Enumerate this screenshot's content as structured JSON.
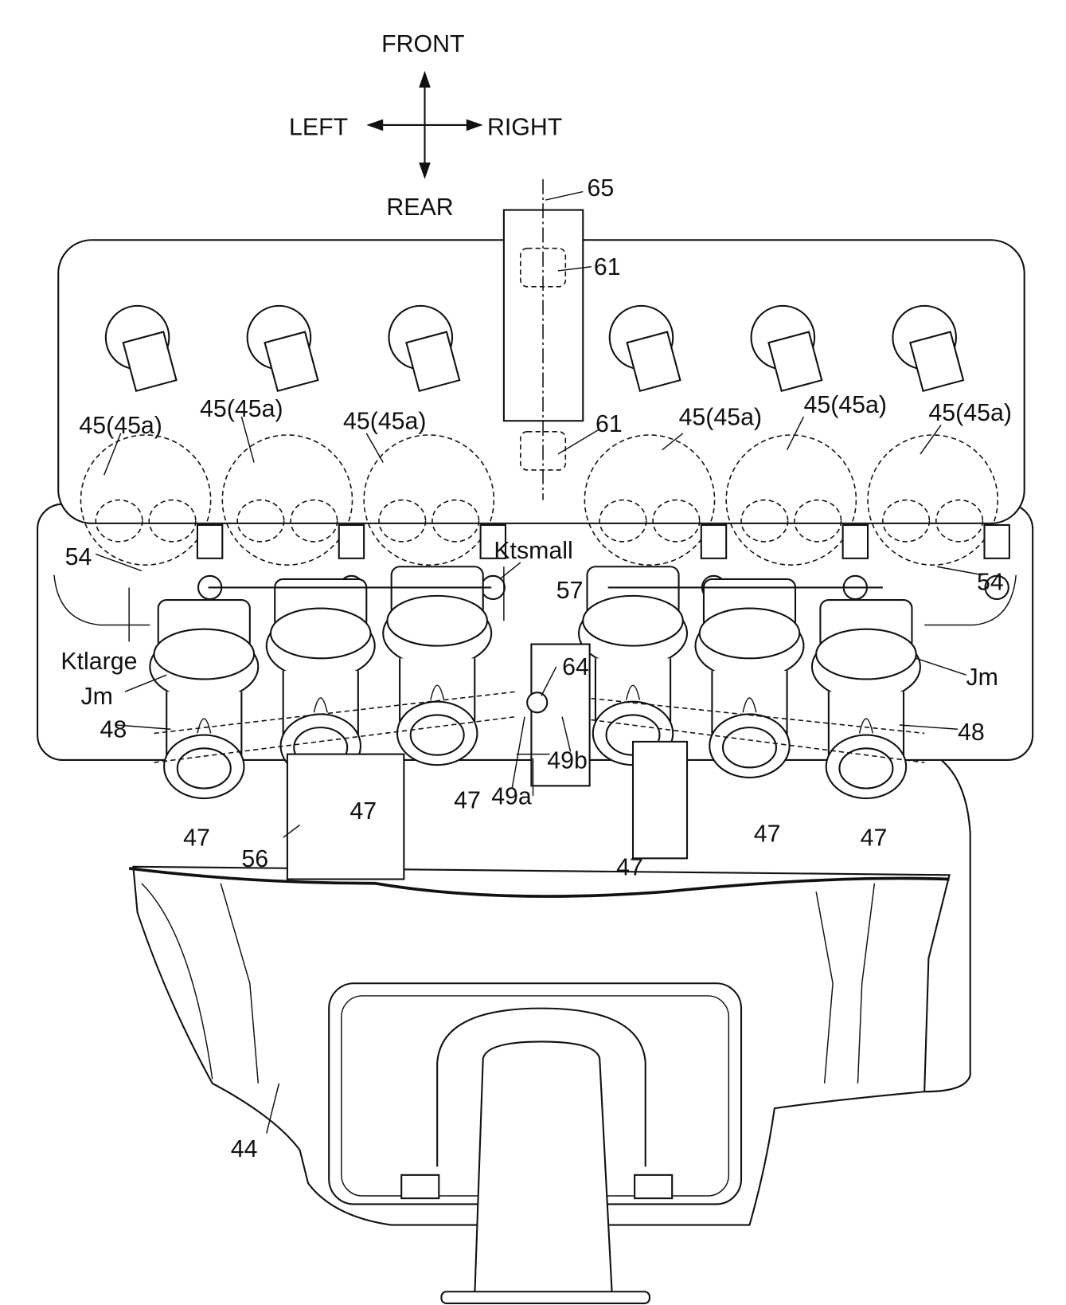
{
  "directions": {
    "front": "FRONT",
    "rear": "REAR",
    "left": "LEFT",
    "right": "RIGHT"
  },
  "labels": {
    "l65": "65",
    "l61_top": "61",
    "l61_bottom": "61",
    "l45": [
      "45(45a)",
      "45(45a)",
      "45(45a)",
      "45(45a)",
      "45(45a)",
      "45(45a)"
    ],
    "l54_left": "54",
    "l54_right": "54",
    "ktsmall": "Ktsmall",
    "ktlarge": "Ktlarge",
    "l57": "57",
    "l64": "64",
    "jm_left": "Jm",
    "jm_right": "Jm",
    "l48_left": "48",
    "l48_right": "48",
    "l49a": "49a",
    "l49b": "49b",
    "l47": [
      "47",
      "47",
      "47",
      "47",
      "47",
      "47"
    ],
    "l56": "56",
    "l44": "44"
  }
}
